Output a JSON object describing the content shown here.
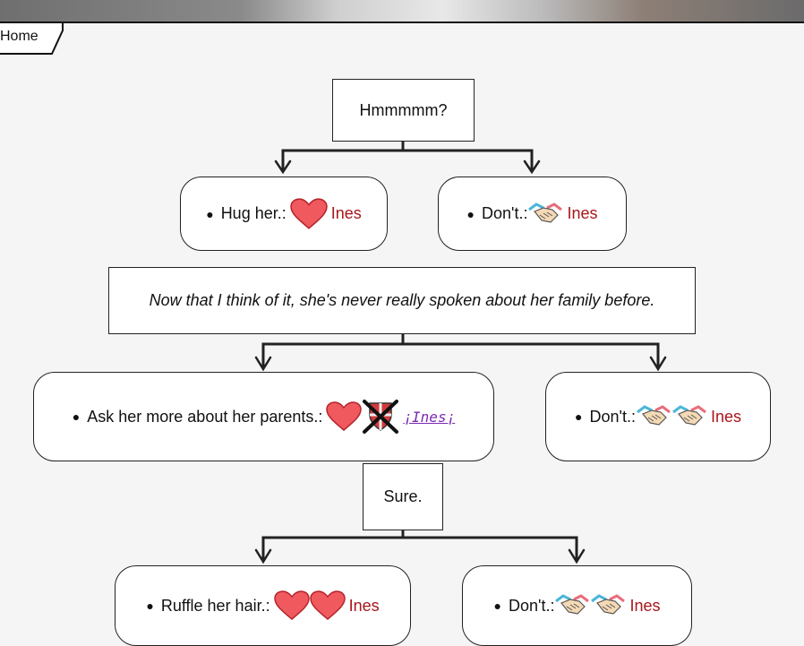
{
  "tab": {
    "label": "Home"
  },
  "nodes": {
    "q1": "Hmmmmm?",
    "opt1_label": "Hug her.:",
    "opt1_npc": "Ines",
    "opt2_label": "Don't.:",
    "opt2_npc": "Ines",
    "narr": "Now that I think of it, she's never really spoken about her family before.",
    "opt3_label": "Ask her more about her parents.:",
    "opt3_npc": "¡Ines¡",
    "opt4_label": "Don't.:",
    "opt4_npc": "Ines",
    "q2": "Sure.",
    "opt5_label": "Ruffle her hair.:",
    "opt5_npc": "Ines",
    "opt6_label": "Don't.:",
    "opt6_npc": "Ines"
  },
  "icons": {
    "heart": "heart-icon",
    "handshake": "handshake-icon",
    "crossed_shield": "crossed-shield-icon"
  },
  "colors": {
    "npc": "#a8151b",
    "npc_link": "#7a2ab5",
    "heart": "#f05a5f"
  }
}
